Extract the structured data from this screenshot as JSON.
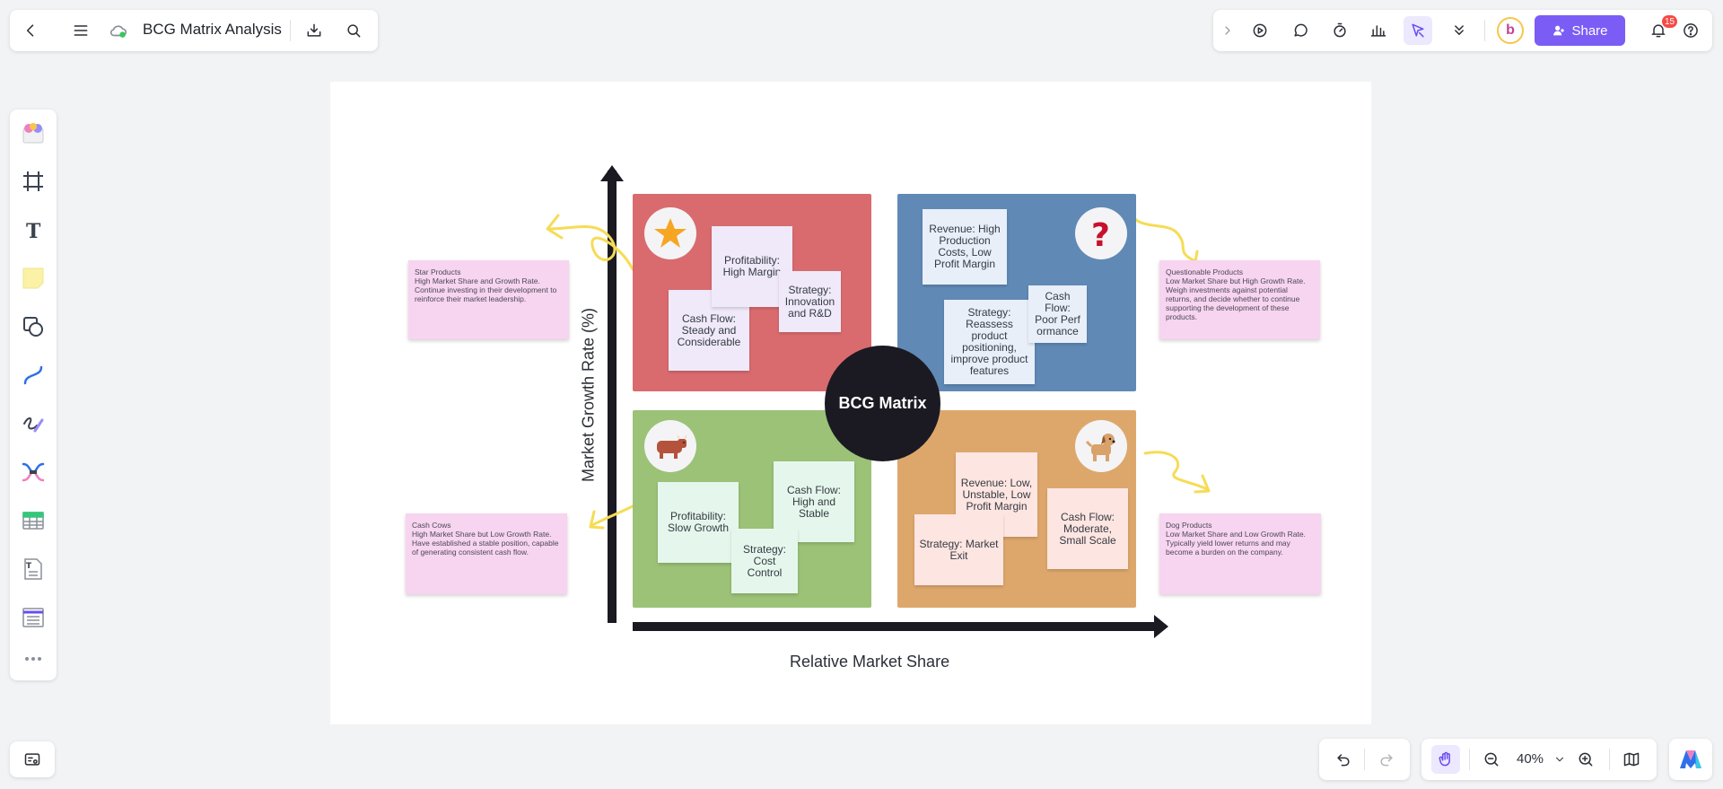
{
  "app": {
    "doc_title": "BCG Matrix Analysis",
    "share_label": "Share",
    "notification_count": "15",
    "avatar_letter": "b",
    "zoom_level": "40%"
  },
  "colors": {
    "accent": "#7b5cf5",
    "star_quadrant": "#d96b6e",
    "question_quadrant": "#6089b6",
    "cow_quadrant": "#9bc277",
    "dog_quadrant": "#dda76c",
    "note_pink": "#f7d4ef"
  },
  "icons": {
    "top_left": [
      "back-icon",
      "menu-icon",
      "cloud-synced-icon",
      "download-icon",
      "search-icon"
    ],
    "top_right": [
      "chevron-right-icon",
      "play-icon",
      "comment-icon",
      "timer-icon",
      "vote-icon",
      "cursor-follow-icon",
      "chevron-double-down-icon",
      "user-share-icon",
      "bell-icon",
      "help-icon"
    ],
    "left_toolbar": [
      "templates-icon",
      "frame-icon",
      "text-icon",
      "sticky-note-icon",
      "shape-icon",
      "connector-icon",
      "pen-icon",
      "mindmap-icon",
      "table-icon",
      "text-document-icon",
      "list-icon",
      "more-icon"
    ]
  },
  "diagram": {
    "center": "BCG Matrix",
    "y_axis": "Market Growth Rate (%)",
    "x_axis": "Relative Market Share",
    "star": {
      "profitability": "Profitability: High Margin",
      "strategy": "Strategy: Innovation and R&D",
      "cashflow": "Cash Flow: Steady and Considerable"
    },
    "question": {
      "revenue": "Revenue: High Production Costs, Low Profit Margin",
      "cashflow": "Cash Flow: Poor Perf ormance",
      "strategy": "Strategy: Reassess product positioning, improve product features"
    },
    "cow": {
      "cashflow": "Cash Flow: High and Stable",
      "profitability": "Profitability: Slow Growth",
      "strategy": "Strategy: Cost Control"
    },
    "dog": {
      "revenue": "Revenue: Low, Unstable, Low Profit Margin",
      "cashflow": "Cash Flow: Moderate, Small Scale",
      "strategy": "Strategy: Market Exit"
    },
    "notes": {
      "star_title": "Star Products",
      "star_body": "High Market Share and Growth Rate. Continue investing in their development to reinforce their market leadership.",
      "question_title": "Questionable Products",
      "question_body": "Low Market Share but High Growth Rate. Weigh investments against potential returns, and decide whether to continue supporting the development of these products.",
      "cow_title": "Cash Cows",
      "cow_body": "High Market Share but Low Growth Rate. Have established a stable position, capable of generating consistent cash flow.",
      "dog_title": "Dog Products",
      "dog_body": "Low Market Share and Low Growth Rate. Typically yield lower returns and may become a burden on the company."
    }
  }
}
